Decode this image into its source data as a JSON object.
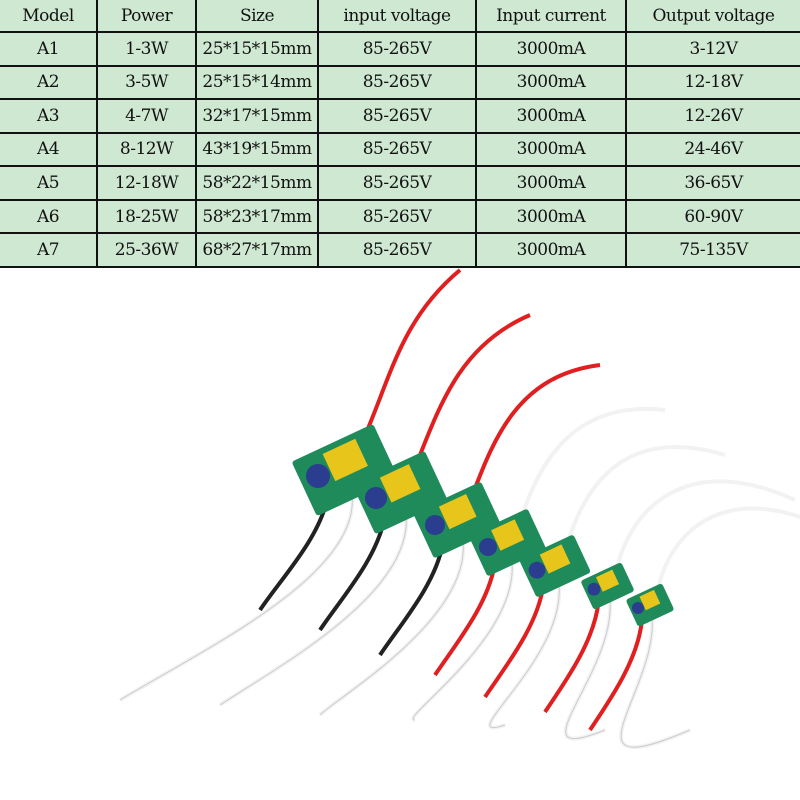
{
  "table": {
    "headers": [
      "Model",
      "Power",
      "Size",
      "input voltage",
      "Input current",
      "Output voltage"
    ],
    "rows": [
      [
        "A1",
        "1-3W",
        "25*15*15mm",
        "85-265V",
        "3000mA",
        "3-12V"
      ],
      [
        "A2",
        "3-5W",
        "25*15*14mm",
        "85-265V",
        "3000mA",
        "12-18V"
      ],
      [
        "A3",
        "4-7W",
        "32*17*15mm",
        "85-265V",
        "3000mA",
        "12-26V"
      ],
      [
        "A4",
        "8-12W",
        "43*19*15mm",
        "85-265V",
        "3000mA",
        "24-46V"
      ],
      [
        "A5",
        "12-18W",
        "58*22*15mm",
        "85-265V",
        "3000mA",
        "36-65V"
      ],
      [
        "A6",
        "18-25W",
        "58*23*17mm",
        "85-265V",
        "3000mA",
        "60-90V"
      ],
      [
        "A7",
        "25-36W",
        "68*27*17mm",
        "85-265V",
        "3000mA",
        "75-135V"
      ]
    ]
  },
  "colors": {
    "table_bg": "#cfe8d2",
    "pcb": "#1f8a5a",
    "transformer": "#e8c51a",
    "wire_red": "#e02020",
    "wire_black": "#222222",
    "wire_white": "#f2f2f2"
  }
}
